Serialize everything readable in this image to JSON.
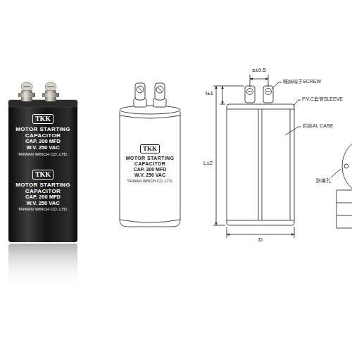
{
  "diagram": {
    "nodes": [
      {
        "text": [
          "TKK",
          "MOTOR STARTING CAPACITOR",
          "CAP. 200 MFD",
          "W.V. 250 VAC",
          "TAIWAN WINCH CO.,LTD.",
          "TKK",
          "MOTOR STARTING CAPACITOR",
          "CAP. 200 MFD",
          "W.V. 250 VAC",
          "TAIWAN WINCH CO.,LTD."
        ]
      },
      {
        "text": [
          "TKK",
          "MOTOR STARTING CAPACITOR",
          "CAP. 300 MFD",
          "W.V. 250 VAC",
          "TAIWAN WINCH CO.,LTD."
        ]
      }
    ],
    "labels": [
      "s±0.5",
      "t±1",
      "L±2",
      "D",
      "螺絲端子SCREW",
      "P.V.C套管SLEEVE",
      "鋁殼AL CASE",
      "防爆孔"
    ]
  }
}
